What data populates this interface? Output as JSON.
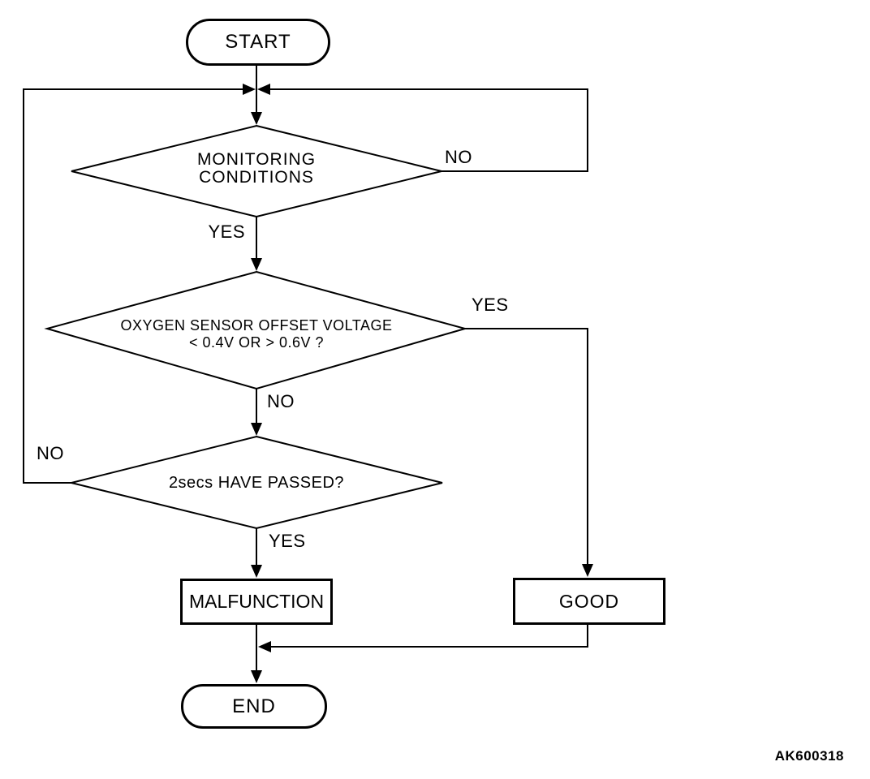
{
  "nodes": {
    "start": {
      "label": "START"
    },
    "monitoring": {
      "line1": "MONITORING",
      "line2": "CONDITIONS"
    },
    "oxygen": {
      "line1": "OXYGEN SENSOR OFFSET VOLTAGE",
      "line2": "< 0.4V OR > 0.6V ?"
    },
    "passed": {
      "label": "2secs HAVE PASSED?"
    },
    "malfunction": {
      "label": "MALFUNCTION"
    },
    "good": {
      "label": "GOOD"
    },
    "end": {
      "label": "END"
    }
  },
  "edge_labels": {
    "monitoring_no": "NO",
    "monitoring_yes": "YES",
    "oxygen_yes": "YES",
    "oxygen_no": "NO",
    "passed_no": "NO",
    "passed_yes": "YES"
  },
  "figure_code": "AK600318",
  "colors": {
    "line": "#000000",
    "background": "#ffffff"
  }
}
